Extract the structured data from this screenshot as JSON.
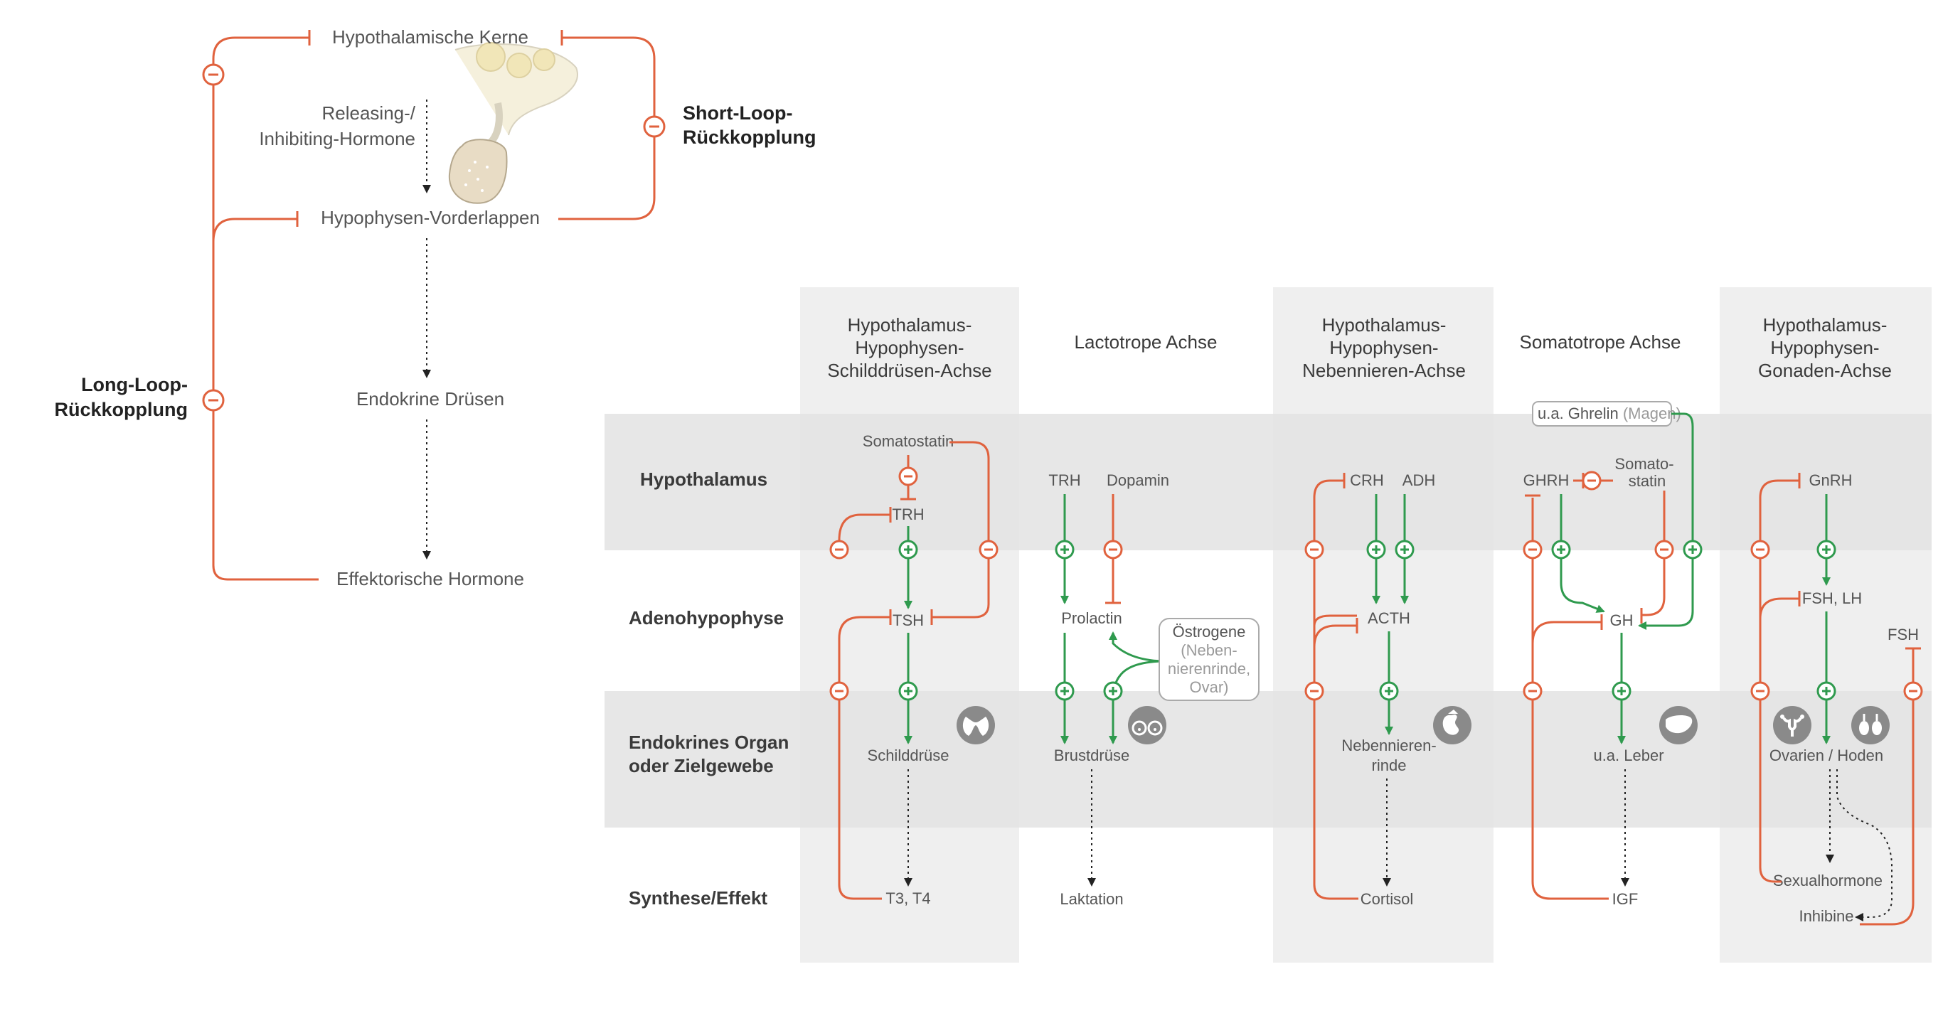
{
  "feedback_scheme": {
    "hypothalamic_nuclei": "Hypothalamische Kerne",
    "releasing_label_line1": "Releasing-/",
    "releasing_label_line2": "Inhibiting-Hormone",
    "anterior_pituitary": "Hypophysen-Vorderlappen",
    "endocrine_glands": "Endokrine Drüsen",
    "effector_hormones": "Effektorische Hormone",
    "short_loop_line1": "Short-Loop-",
    "short_loop_line2": "Rückkopplung",
    "long_loop_line1": "Long-Loop-",
    "long_loop_line2": "Rückkopplung"
  },
  "rows": {
    "hypothalamus": "Hypothalamus",
    "adenohypophysis": "Adenohypophyse",
    "organ_line1": "Endokrines Organ",
    "organ_line2": "oder Zielgewebe",
    "synthesis": "Synthese/Effekt"
  },
  "axes": {
    "thyroid": {
      "title_line1": "Hypothalamus-",
      "title_line2": "Hypophysen-",
      "title_line3": "Schilddrüsen-Achse",
      "somatostatin": "Somatostatin",
      "trh": "TRH",
      "tsh": "TSH",
      "organ": "Schilddrüse",
      "effect": "T3, T4"
    },
    "lactotrope": {
      "title": "Lactotrope Achse",
      "trh": "TRH",
      "dopamine": "Dopamin",
      "prolactin": "Prolactin",
      "estrogen_line1": "Östrogene",
      "estrogen_line2": "(Neben-",
      "estrogen_line3": "nierenrinde,",
      "estrogen_line4": "Ovar)",
      "organ": "Brustdrüse",
      "effect": "Laktation"
    },
    "adrenal": {
      "title_line1": "Hypothalamus-",
      "title_line2": "Hypophysen-",
      "title_line3": "Nebennieren-Achse",
      "crh": "CRH",
      "adh": "ADH",
      "acth": "ACTH",
      "organ_line1": "Nebennieren-",
      "organ_line2": "rinde",
      "effect": "Cortisol"
    },
    "somatotrope": {
      "title": "Somatotrope Achse",
      "ghrelin": "u.a. Ghrelin",
      "ghrelin_source": "(Magen)",
      "ghrh": "GHRH",
      "somatostatin_line1": "Somato-",
      "somatostatin_line2": "statin",
      "gh": "GH",
      "organ": "u.a. Leber",
      "effect": "IGF"
    },
    "gonadal": {
      "title_line1": "Hypothalamus-",
      "title_line2": "Hypophysen-",
      "title_line3": "Gonaden-Achse",
      "gnrh": "GnRH",
      "fsh_lh": "FSH, LH",
      "fsh": "FSH",
      "organ": "Ovarien / Hoden",
      "effect_sex_hormones": "Sexualhormone",
      "effect_inhibin": "Inhibine"
    }
  },
  "symbols": {
    "inhibit": "−",
    "stimulate": "+"
  },
  "colors": {
    "inhibition": "#e0623e",
    "stimulation": "#2f9a4e",
    "column_shade": "#efefef",
    "band_shade": "#e6e6e6",
    "icon_fill": "#8a8a8a"
  },
  "icons": [
    "pituitary-illustration",
    "thyroid-icon",
    "breast-icon",
    "adrenal-kidney-icon",
    "liver-icon",
    "uterus-icon",
    "testes-icon"
  ]
}
